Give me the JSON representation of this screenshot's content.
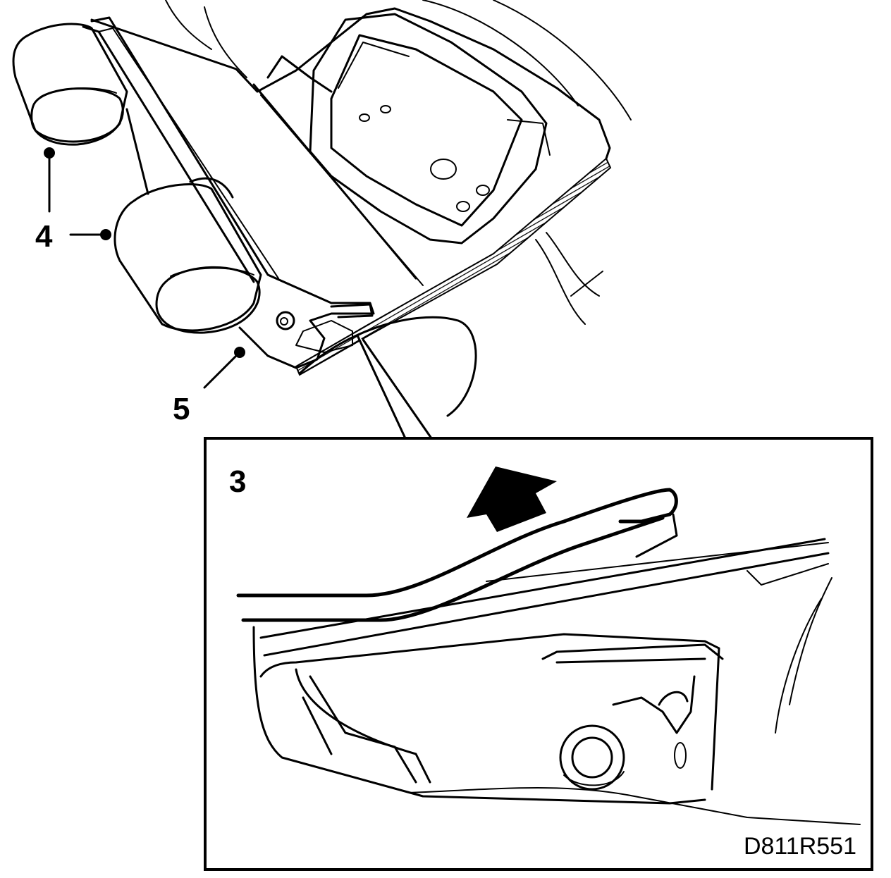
{
  "callouts": {
    "label_3": "3",
    "label_4": "4",
    "label_5": "5"
  },
  "figure_code": "D811R551"
}
